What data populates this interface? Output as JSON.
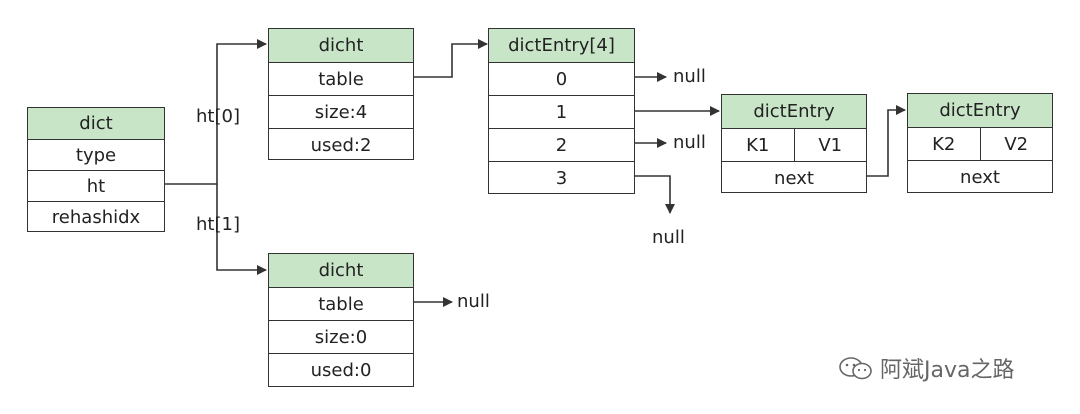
{
  "dict": {
    "header": "dict",
    "fields": [
      "type",
      "ht",
      "rehashidx"
    ]
  },
  "ht0_label": "ht[0]",
  "ht1_label": "ht[1]",
  "dicht0": {
    "header": "dicht",
    "fields": [
      "table",
      "size:4",
      "used:2"
    ]
  },
  "dicht1": {
    "header": "dicht",
    "fields": [
      "table",
      "size:0",
      "used:0"
    ]
  },
  "table": {
    "header": "dictEntry[4]",
    "fields": [
      "0",
      "1",
      "2",
      "3"
    ]
  },
  "entry1": {
    "header": "dictEntry",
    "key": "K1",
    "value": "V1",
    "next": "next"
  },
  "entry2": {
    "header": "dictEntry",
    "key": "K2",
    "value": "V2",
    "next": "next"
  },
  "null_text": "null",
  "watermark": "阿斌Java之路",
  "colors": {
    "header_fill": "#c8e5c8",
    "line": "#333333"
  }
}
